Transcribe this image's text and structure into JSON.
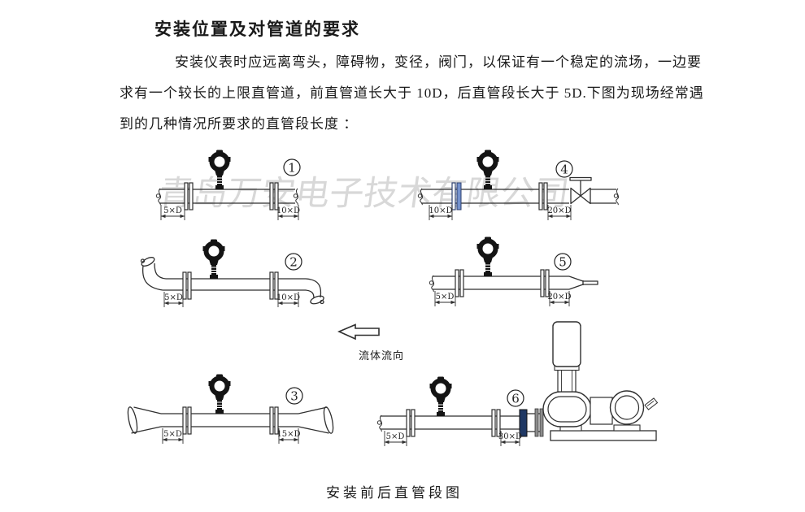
{
  "page": {
    "title": "安装位置及对管道的要求",
    "paragraph_lines": [
      "安装仪表时应远离弯头，障碍物，变径，阀门，以保证有一个稳定的流场，一边要",
      "求有一个较长的上限直管道，前直管道长大于 10D，后直管段长大于 5D.下图为现场经常遇",
      "到的几种情况所要求的直管段长度 ："
    ],
    "watermark": "青岛万安电子技术有限公司",
    "flow_direction_label": "流体流向",
    "caption": "安装前后直管段图"
  },
  "diagrams": {
    "d1": {
      "number": "1",
      "upstream": "5×D",
      "downstream": "10×D"
    },
    "d2": {
      "number": "2",
      "upstream": "5×D",
      "downstream": "10×D"
    },
    "d3": {
      "number": "3",
      "upstream": "5×D",
      "downstream": "15×D"
    },
    "d4": {
      "number": "4",
      "upstream": "10×D",
      "downstream": "20×D"
    },
    "d5": {
      "number": "5",
      "upstream": "5×D",
      "downstream": "20×D"
    },
    "d6": {
      "number": "6",
      "upstream": "5×D",
      "downstream": "30×D"
    }
  },
  "colors": {
    "line": "#2f2f2f",
    "flange_highlight": "#7391cd",
    "flange_dark": "#1f3864",
    "number_one": "#2e5fa3"
  }
}
